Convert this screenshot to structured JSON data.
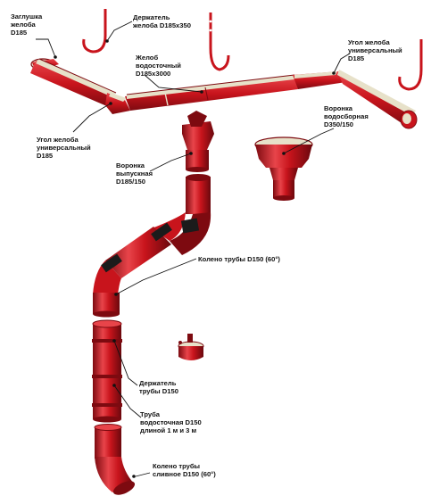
{
  "colors": {
    "metal": "#c8141c",
    "metal_dark": "#7d0a10",
    "metal_light": "#e8444a",
    "inner": "#e7e1c9",
    "leader": "#111111",
    "ring": "#1b1b1b"
  },
  "labels": {
    "end_cap": "Заглушка\nжелоба\nD185",
    "gutter_holder": "Держатель\nжелоба D185x350",
    "gutter": "Желоб\nводосточный\nD185x3000",
    "corner_right": "Угол желоба\nуниверсальный\nD185",
    "corner_left": "Угол желоба\nуниверсальный\nD185",
    "collector_funnel": "Воронка\nводосборная\nD350/150",
    "outlet_funnel": "Воронка\nвыпускная\nD185/150",
    "pipe_elbow": "Колено трубы D150 (60°)",
    "pipe_holder": "Держатель\nтрубы D150",
    "pipe": "Труба\nводосточная D150\nдлиной 1 м и 3 м",
    "drain_elbow": "Колено трубы\nсливное D150 (60°)"
  }
}
